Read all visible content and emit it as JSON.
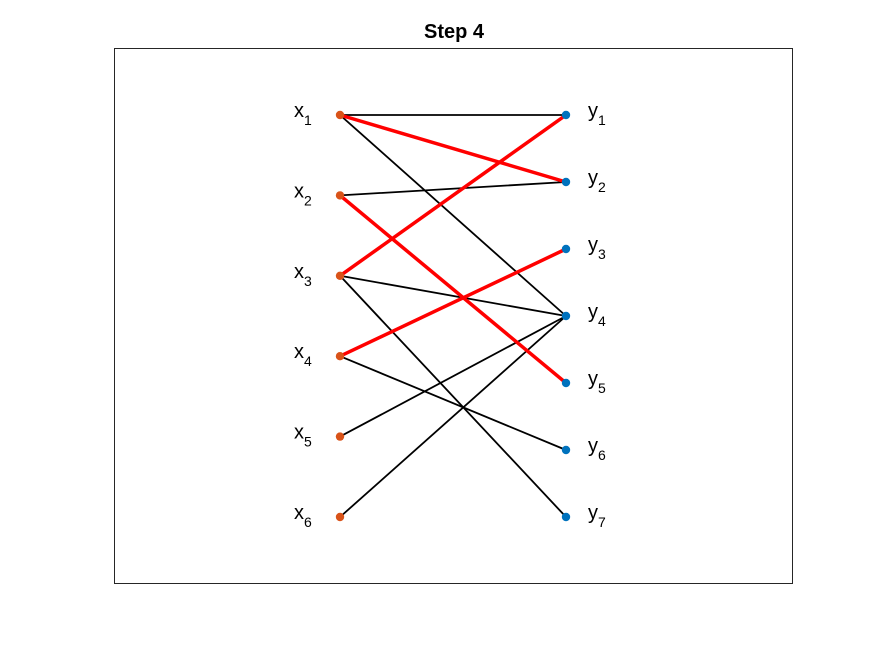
{
  "title": "Step 4",
  "colors": {
    "left_node": "#D95319",
    "right_node": "#0072BD",
    "edge": "#000000",
    "matched_edge": "#FF0000",
    "axes_border": "#262626"
  },
  "graph": {
    "left_nodes": [
      {
        "id": "x1",
        "base": "x",
        "sub": "1"
      },
      {
        "id": "x2",
        "base": "x",
        "sub": "2"
      },
      {
        "id": "x3",
        "base": "x",
        "sub": "3"
      },
      {
        "id": "x4",
        "base": "x",
        "sub": "4"
      },
      {
        "id": "x5",
        "base": "x",
        "sub": "5"
      },
      {
        "id": "x6",
        "base": "x",
        "sub": "6"
      }
    ],
    "right_nodes": [
      {
        "id": "y1",
        "base": "y",
        "sub": "1"
      },
      {
        "id": "y2",
        "base": "y",
        "sub": "2"
      },
      {
        "id": "y3",
        "base": "y",
        "sub": "3"
      },
      {
        "id": "y4",
        "base": "y",
        "sub": "4"
      },
      {
        "id": "y5",
        "base": "y",
        "sub": "5"
      },
      {
        "id": "y6",
        "base": "y",
        "sub": "6"
      },
      {
        "id": "y7",
        "base": "y",
        "sub": "7"
      }
    ],
    "edges": [
      {
        "from": "x1",
        "to": "y1",
        "matched": false
      },
      {
        "from": "x1",
        "to": "y2",
        "matched": true
      },
      {
        "from": "x1",
        "to": "y4",
        "matched": false
      },
      {
        "from": "x2",
        "to": "y2",
        "matched": false
      },
      {
        "from": "x2",
        "to": "y5",
        "matched": true
      },
      {
        "from": "x3",
        "to": "y1",
        "matched": true
      },
      {
        "from": "x3",
        "to": "y4",
        "matched": false
      },
      {
        "from": "x3",
        "to": "y7",
        "matched": false
      },
      {
        "from": "x4",
        "to": "y3",
        "matched": true
      },
      {
        "from": "x4",
        "to": "y6",
        "matched": false
      },
      {
        "from": "x5",
        "to": "y4",
        "matched": false
      },
      {
        "from": "x6",
        "to": "y4",
        "matched": false
      }
    ]
  }
}
